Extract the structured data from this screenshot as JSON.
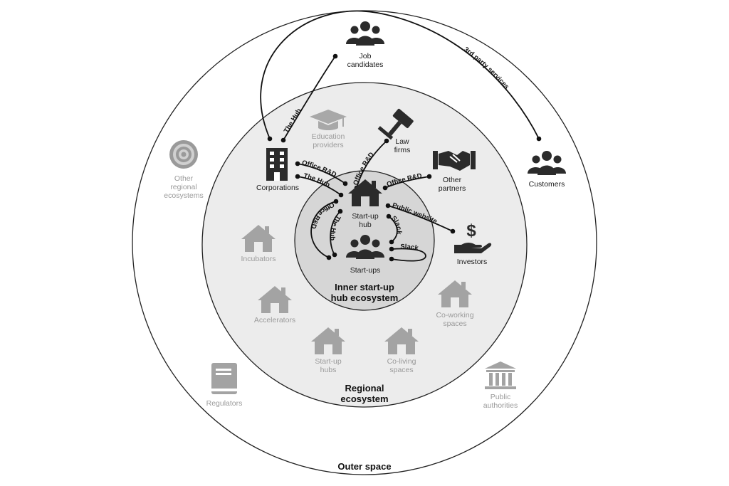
{
  "rings": {
    "outer": "Outer space",
    "regional": "Regional\necosystem",
    "inner": "Inner start-up\nhub ecosystem"
  },
  "nodes": {
    "job_candidates": "Job\ncandidates",
    "customers": "Customers",
    "corporations": "Corporations",
    "law_firms": "Law\nfirms",
    "other_partners": "Other\npartners",
    "investors": "Investors",
    "startup_hub": "Start-up\nhub",
    "startups": "Start-ups",
    "education_providers": "Education\nproviders",
    "other_regional_ecosystems": "Other\nregional\necosystems",
    "incubators": "Incubators",
    "accelerators": "Accelerators",
    "coworking_spaces": "Co-working\nspaces",
    "startup_hubs": "Start-up\nhubs",
    "coliving_spaces": "Co-living\nspaces",
    "regulators": "Regulators",
    "public_authorities": "Public\nauthorities"
  },
  "edges": {
    "third_party": "3rd party services",
    "corp_job": "The Hub",
    "corp_office": "Office R&D",
    "corp_hub": "The Hub",
    "law_office": "Office R&D",
    "partners_office": "Office R&D",
    "public_website": "Public website",
    "slack1": "Slack",
    "slack2": "Slack",
    "startups_office": "Office R&D",
    "startups_hub": "The Hub"
  },
  "colors": {
    "outer_fill": "#ffffff",
    "regional_fill": "#ececec",
    "inner_fill": "#d6d6d6",
    "dark_icon": "#2b2b2b",
    "muted_icon": "#9e9e9e"
  }
}
